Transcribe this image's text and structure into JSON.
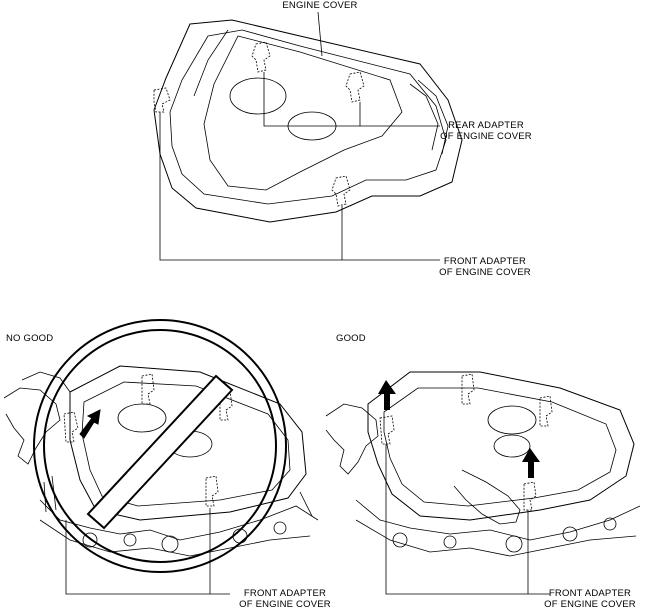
{
  "labels": {
    "engine_cover": "ENGINE COVER",
    "rear_adapter_line1": "REAR ADAPTER",
    "rear_adapter_line2": "OF ENGINE COVER",
    "front_adapter_line1": "FRONT ADAPTER",
    "front_adapter_line2": "OF ENGINE COVER",
    "no_good": "NO GOOD",
    "good": "GOOD",
    "ng_front_adapter_line1": "FRONT ADAPTER",
    "ng_front_adapter_line2": "OF ENGINE COVER",
    "g_front_adapter_line1": "FRONT ADAPTER",
    "g_front_adapter_line2": "OF ENGINE COVER"
  }
}
